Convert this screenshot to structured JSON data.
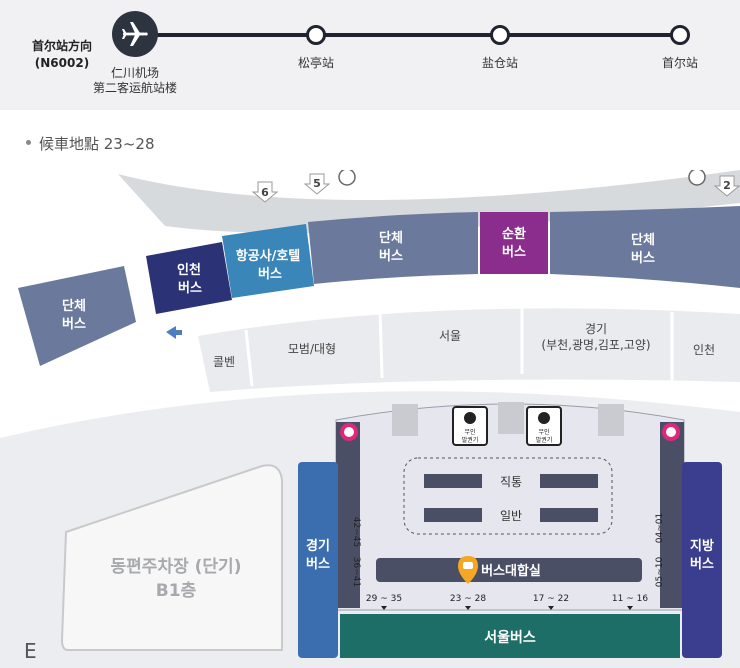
{
  "route": {
    "direction_line1": "首尔站方向",
    "direction_line2": "(N6002)",
    "stops": [
      {
        "label1": "仁川机场",
        "label2": "第二客运航站楼"
      },
      {
        "label1": "松亭站",
        "label2": ""
      },
      {
        "label1": "盐仓站",
        "label2": ""
      },
      {
        "label1": "首尔站",
        "label2": ""
      }
    ]
  },
  "info": {
    "stop_range": "候車地點 23~28"
  },
  "map": {
    "gate_numbers": [
      "6",
      "5",
      "2"
    ],
    "zones_top": [
      {
        "line1": "단체",
        "line2": "버스",
        "color": "#6b7a9c"
      },
      {
        "line1": "인천",
        "line2": "버스",
        "color": "#2b3275"
      },
      {
        "line1": "항공사/호텔",
        "line2": "버스",
        "color": "#3b86b8"
      },
      {
        "line1": "단체",
        "line2": "버스",
        "color": "#6b7a9c"
      },
      {
        "line1": "순환",
        "line2": "버스",
        "color": "#8a2d8c"
      },
      {
        "line1": "단체",
        "line2": "버스",
        "color": "#6b7a9c"
      }
    ],
    "lower_zones": [
      "콜벤",
      "모범/대형",
      "서울",
      "경기",
      "(부천,광명,김포,고양)",
      "인천"
    ],
    "kiosk_label_1": "무인",
    "kiosk_label_2": "발권기",
    "lane_direct": "직통",
    "lane_general": "일반",
    "hall_name": "버스대합실",
    "left_stand": {
      "line1": "경기",
      "line2": "버스",
      "color": "#3b6eae"
    },
    "right_stand": {
      "line1": "지방",
      "line2": "버스",
      "color": "#3b3e8e"
    },
    "bottom_bar": {
      "label": "서울버스",
      "color": "#1e6e68"
    },
    "left_numbers": [
      "42~45",
      "36~41"
    ],
    "right_numbers": [
      "04~01",
      "05~10"
    ],
    "bottom_numbers": [
      "29 ~ 35",
      "23 ~ 28",
      "17 ~ 22",
      "11 ~ 16"
    ],
    "parking_line1": "동편주차장 (단기)",
    "parking_line2": "B1층",
    "corner_letter": "E",
    "accent_color": "#f5a623"
  }
}
